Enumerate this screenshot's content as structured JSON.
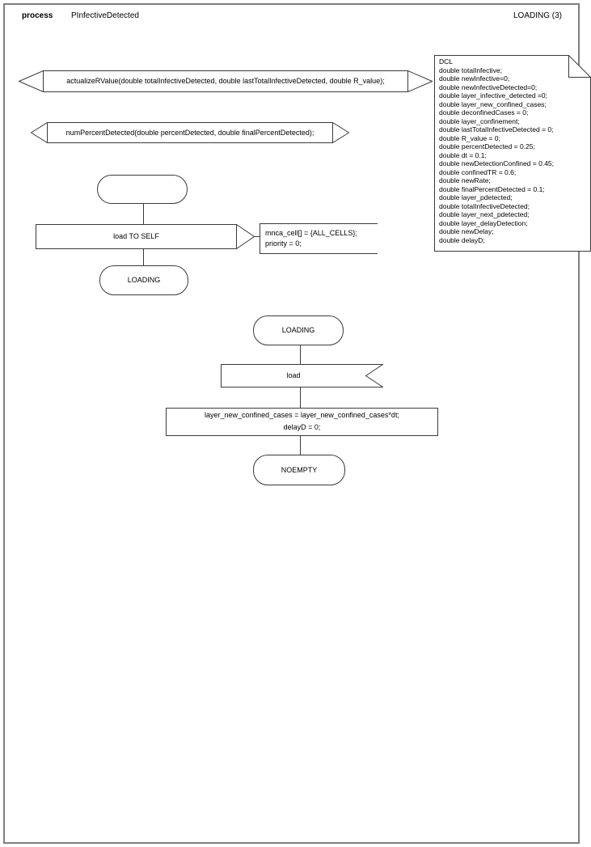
{
  "colors": {
    "outline": "#3a3a3a",
    "page_border": "#7f7f7f",
    "text": "#000000",
    "background": "#ffffff"
  },
  "header": {
    "keyword": "process",
    "process_name": "PInfectiveDetected",
    "page_label": "LOADING (3)"
  },
  "procedures": {
    "actualize_r_value": "actualizeRValue(double totalInfectiveDetected, double lastTotalInfectiveDetected, double R_value);",
    "num_percent_detected": "numPercentDetected(double percentDetected, double finalPercentDetected);"
  },
  "declarations": {
    "lines": [
      "DCL",
      "double totalInfective;",
      "double newInfective=0;",
      "double newInfectiveDetected=0;",
      "double layer_infective_detected =0;",
      "double layer_new_confined_cases;",
      "double deconfinedCases = 0;",
      "double layer_confinement;",
      "double lastTotalInfectiveDetected = 0;",
      "double R_value = 0;",
      "double percentDetected = 0.25;",
      "double dt = 0.1;",
      "double newDetectionConfined = 0.45;",
      "double confinedTR = 0.6;",
      "double newRate;",
      "double finalPercentDetected = 0.1;",
      "double layer_pdetected;",
      "double totalInfectiveDetected;",
      "double layer_next_pdetected;",
      "double layer_delayDetection;",
      "double newDelay;",
      "double delayD;"
    ]
  },
  "flow_start": {
    "start_state_label": "",
    "output_label": "load TO SELF",
    "comment_lines": [
      "mnca_cell[] = {ALL_CELLS};",
      "priority = 0;"
    ],
    "next_state": "LOADING"
  },
  "flow_loading": {
    "state": "LOADING",
    "input_label": "load",
    "task_lines": [
      "layer_new_confined_cases = layer_new_confined_cases*dt;",
      "delayD = 0;"
    ],
    "next_state": "NOEMPTY"
  }
}
